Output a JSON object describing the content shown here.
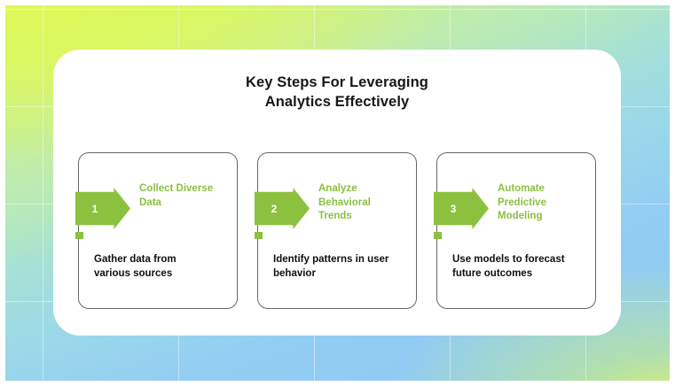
{
  "colors": {
    "accent_green": "#8cc03f",
    "heading_green": "#8cbf3f",
    "text_dark": "#101010",
    "card_border": "#666666",
    "panel_bg": "#ffffff",
    "gradient_yellow": "#e4fa57",
    "gradient_blue": "#8dc8f7"
  },
  "panel": {
    "title_line1": "Key Steps For Leveraging",
    "title_line2": "Analytics Effectively"
  },
  "steps": [
    {
      "number": "1",
      "heading_line1": "Collect Diverse",
      "heading_line2": "Data",
      "heading": "Collect Diverse Data",
      "body_line1": "Gather data from",
      "body_line2": "various sources",
      "body": "Gather data from various sources"
    },
    {
      "number": "2",
      "heading_line1": "Analyze",
      "heading_line2": "Behavioral",
      "heading_line3": "Trends",
      "heading": "Analyze Behavioral Trends",
      "body_line1": "Identify patterns in user",
      "body_line2": "behavior",
      "body": "Identify patterns in user behavior"
    },
    {
      "number": "3",
      "heading_line1": "Automate",
      "heading_line2": "Predictive",
      "heading_line3": "Modeling",
      "heading": "Automate Predictive Modeling",
      "body_line1": "Use models to forecast",
      "body_line2": "future outcomes",
      "body": "Use models to forecast future outcomes"
    }
  ]
}
